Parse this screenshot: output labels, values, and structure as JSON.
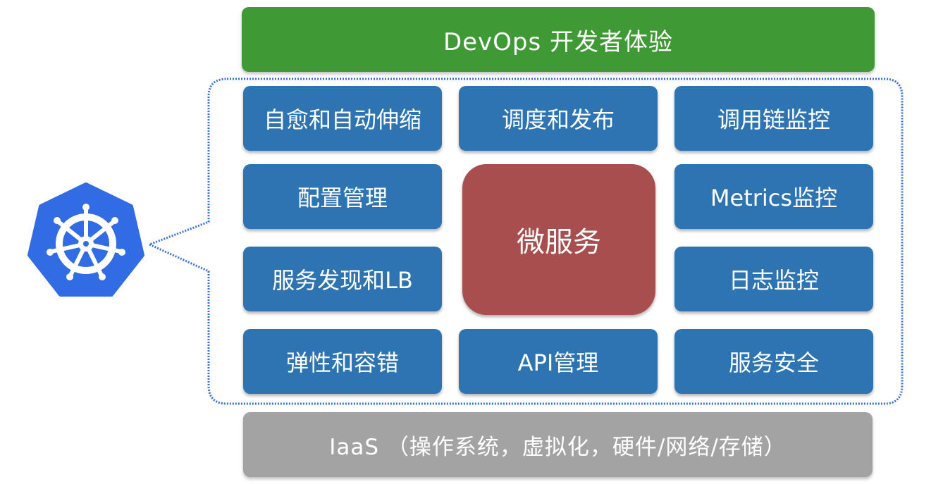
{
  "top": {
    "label": "DevOps 开发者体验"
  },
  "bottom": {
    "label": "IaaS （操作系统，虚拟化，硬件/网络/存储）"
  },
  "center": {
    "label": "微服务"
  },
  "capabilities": {
    "left": [
      "自愈和自动伸缩",
      "配置管理",
      "服务发现和LB",
      "弹性和容错"
    ],
    "middle_top": "调度和发布",
    "middle_bottom": "API管理",
    "right": [
      "调用链监控",
      "Metrics监控",
      "日志监控",
      "服务安全"
    ]
  },
  "colors": {
    "devops_green": "#3f9a36",
    "capability_blue": "#2e74b2",
    "microservice_red": "#a84e4e",
    "iaas_gray": "#a3a3a3",
    "callout_border": "#3a6fd8",
    "kubernetes_blue": "#326ce5"
  },
  "icons": {
    "logo": "kubernetes-helm-icon"
  }
}
